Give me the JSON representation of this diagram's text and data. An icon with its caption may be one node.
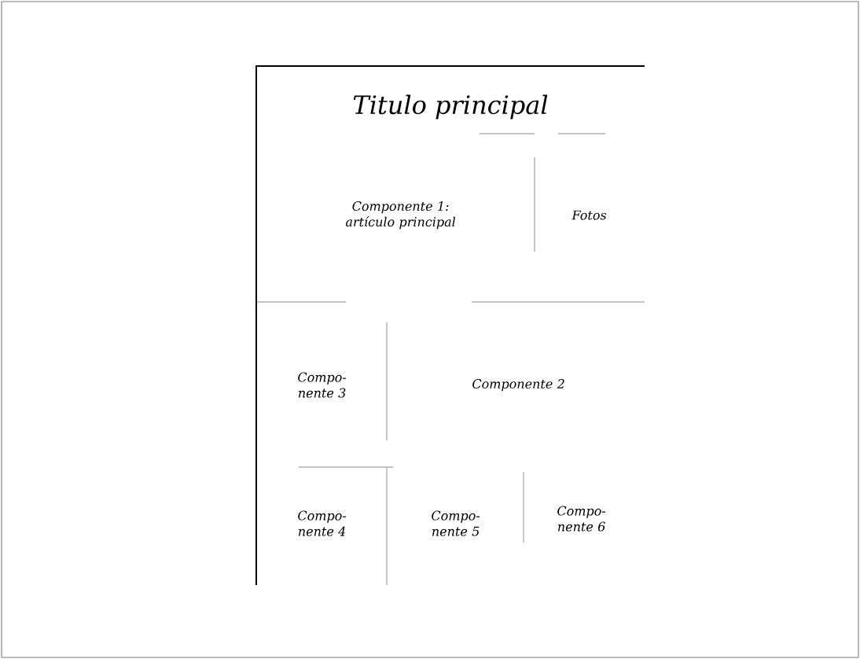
{
  "diagram": {
    "nodes": [
      {
        "text": [
          "Titulo principal"
        ]
      },
      {
        "text": [
          "Componente 1: artículo principal"
        ],
        "in": 0
      },
      {
        "text": [
          "Fotos"
        ],
        "in": 0
      },
      {
        "text": [
          "Compo- nente 3"
        ],
        "in": 0
      },
      {
        "text": [
          "Componente 2"
        ],
        "in": 0
      },
      {
        "text": [
          "Compo- nente 4"
        ],
        "in": 0
      },
      {
        "text": [
          "Compo- nente 5"
        ],
        "in": 0
      },
      {
        "text": [
          "Compo- nente 6"
        ],
        "in": 0
      }
    ]
  }
}
